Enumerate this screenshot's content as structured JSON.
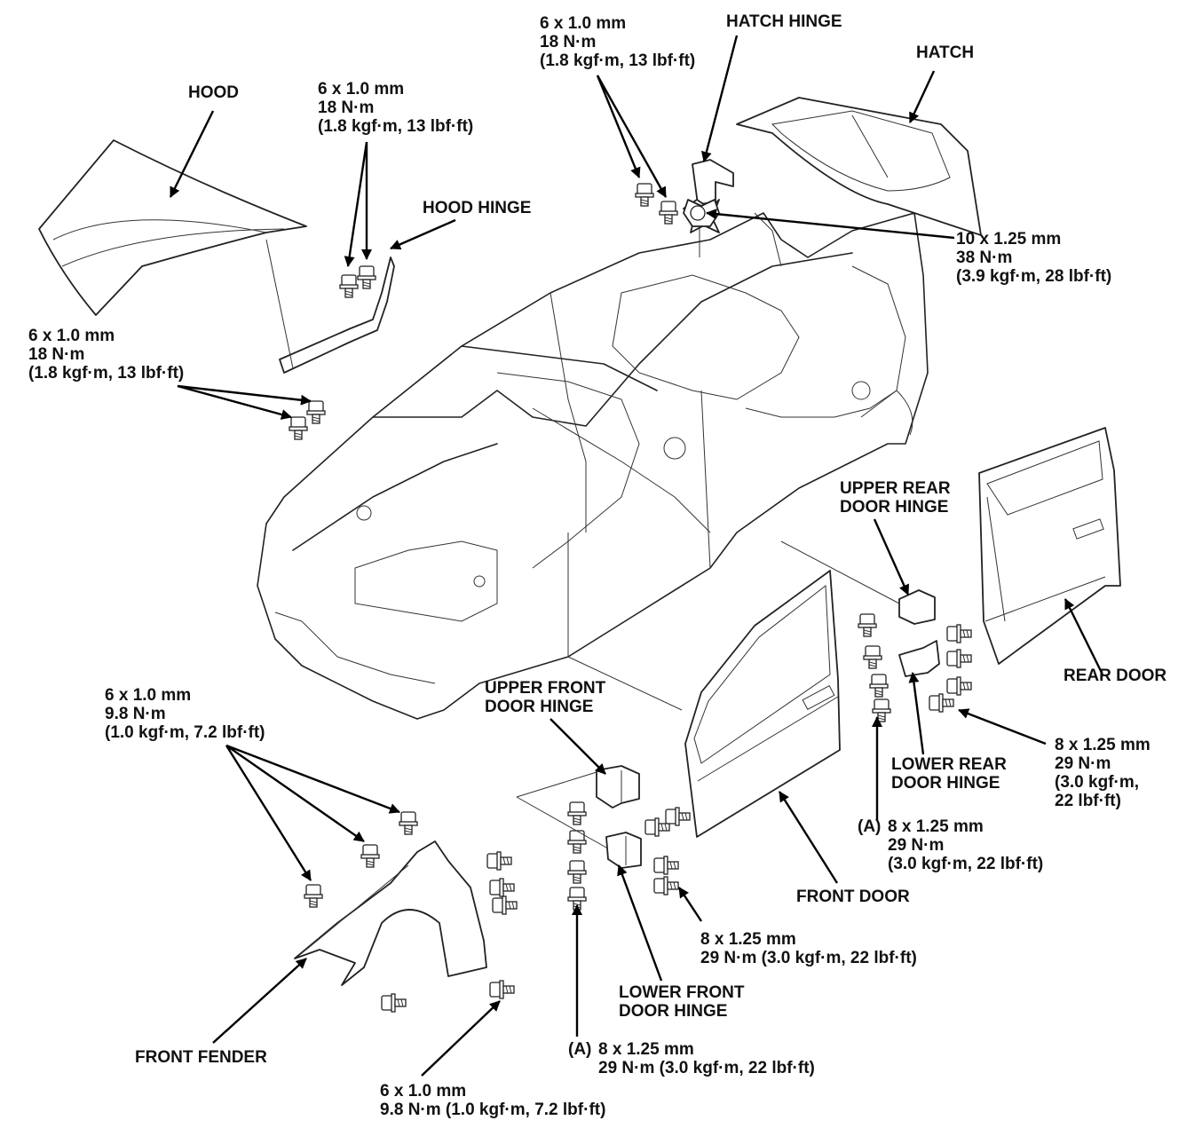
{
  "labels": {
    "hood": "HOOD",
    "hood_hinge": "HOOD HINGE",
    "hatch_hinge": "HATCH HINGE",
    "hatch": "HATCH",
    "upper_rear_door_hinge": [
      "UPPER REAR",
      "DOOR HINGE"
    ],
    "rear_door": "REAR DOOR",
    "lower_rear_door_hinge": [
      "LOWER REAR",
      "DOOR HINGE"
    ],
    "upper_front_door_hinge": [
      "UPPER FRONT",
      "DOOR HINGE"
    ],
    "lower_front_door_hinge": [
      "LOWER FRONT",
      "DOOR HINGE"
    ],
    "front_door": "FRONT DOOR",
    "front_fender": "FRONT FENDER"
  },
  "torque_specs": {
    "hood_hinge_top": [
      "6 x 1.0 mm",
      "18 N·m",
      "(1.8 kgf·m, 13 lbf·ft)"
    ],
    "hood_hinge_lower": [
      "6 x 1.0 mm",
      "18 N·m",
      "(1.8 kgf·m, 13 lbf·ft)"
    ],
    "hatch_hinge": [
      "6 x 1.0 mm",
      "18 N·m",
      "(1.8 kgf·m, 13 lbf·ft)"
    ],
    "hatch_body": [
      "10 x 1.25 mm",
      "38 N·m",
      "(3.9 kgf·m, 28 lbf·ft)"
    ],
    "fender_top": [
      "6 x 1.0 mm",
      "9.8 N·m",
      "(1.0 kgf·m, 7.2 lbf·ft)"
    ],
    "fender_bottom": [
      "6 x 1.0 mm",
      "9.8 N·m (1.0 kgf·m, 7.2 lbf·ft)"
    ],
    "front_door_hinge_door": [
      "8 x 1.25 mm",
      "29 N·m (3.0 kgf·m, 22 lbf·ft)"
    ],
    "front_door_hinge_body": {
      "ref": "(A)",
      "lines": [
        "8 x 1.25 mm",
        "29 N·m (3.0 kgf·m, 22 lbf·ft)"
      ]
    },
    "rear_door_hinge_door": [
      "8 x 1.25 mm",
      "29 N·m",
      "(3.0 kgf·m,",
      "22 lbf·ft)"
    ],
    "rear_door_hinge_body": {
      "ref": "(A)",
      "lines": [
        "8 x 1.25 mm",
        "29 N·m",
        "(3.0 kgf·m, 22 lbf·ft)"
      ]
    }
  }
}
